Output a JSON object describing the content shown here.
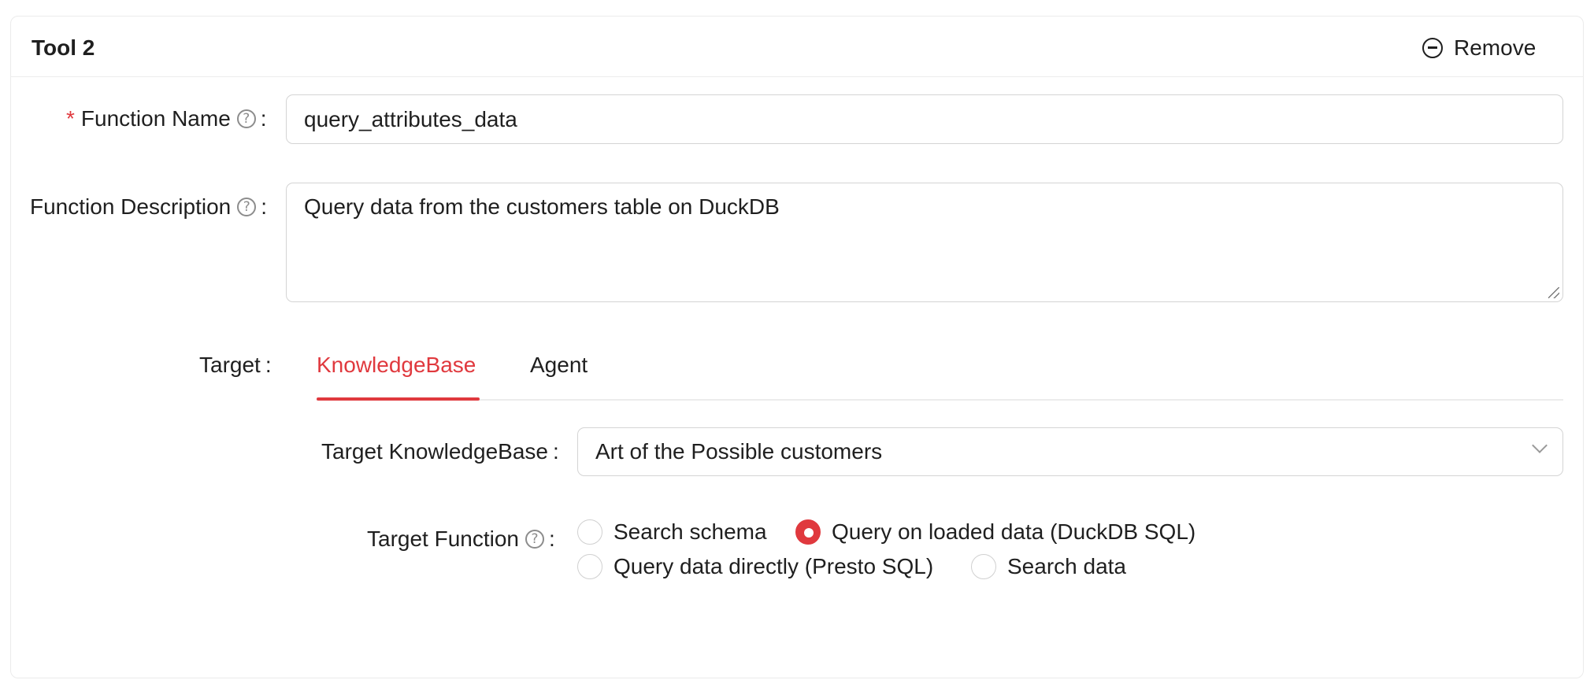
{
  "card": {
    "title": "Tool 2",
    "remove_label": "Remove"
  },
  "form": {
    "function_name": {
      "required_mark": "*",
      "label": "Function Name",
      "help": "?",
      "colon": ":",
      "value": "query_attributes_data"
    },
    "function_description": {
      "label": "Function Description",
      "help": "?",
      "colon": ":",
      "value": "Query data from the customers table on DuckDB"
    },
    "target": {
      "label": "Target",
      "colon": ":",
      "tabs": [
        {
          "label": "KnowledgeBase",
          "active": true
        },
        {
          "label": "Agent",
          "active": false
        }
      ]
    },
    "target_knowledgebase": {
      "label": "Target KnowledgeBase",
      "colon": ":",
      "selected": "Art of the Possible customers"
    },
    "target_function": {
      "label": "Target Function",
      "help": "?",
      "colon": ":",
      "options": [
        {
          "label": "Search schema",
          "checked": false
        },
        {
          "label": "Query on loaded data (DuckDB SQL)",
          "checked": true
        },
        {
          "label": "Query data directly (Presto SQL)",
          "checked": false
        },
        {
          "label": "Search data",
          "checked": false
        }
      ]
    }
  },
  "colors": {
    "accent": "#e0393e",
    "border": "#d4d4d4"
  },
  "icons": {
    "remove": "minus-circle-icon",
    "help": "question-circle-icon",
    "select": "chevron-down-icon"
  }
}
